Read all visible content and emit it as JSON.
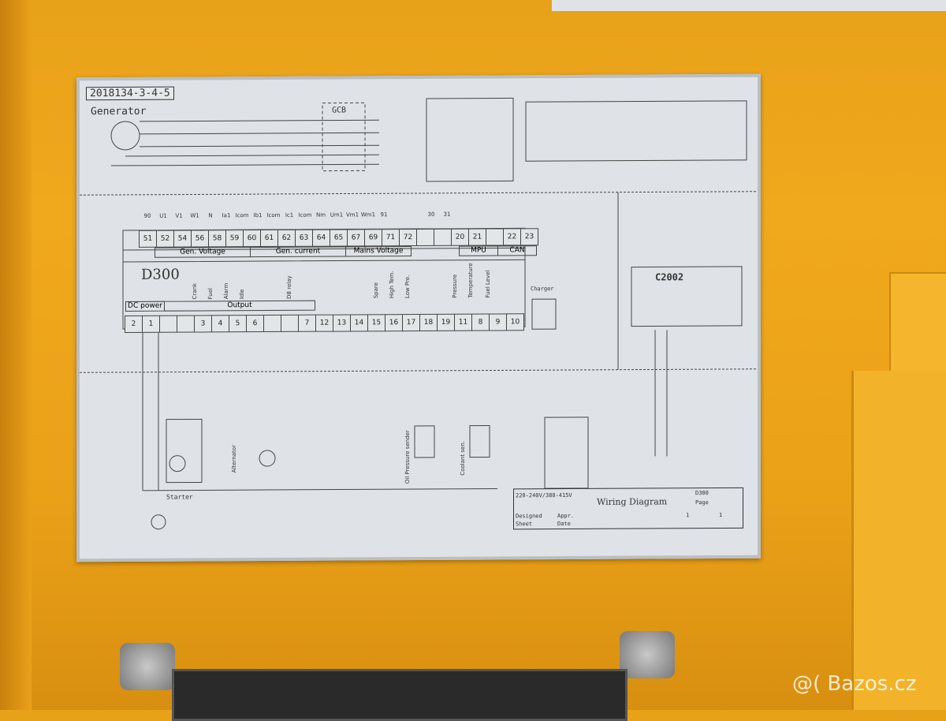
{
  "label": {
    "code": "2018134-3-4-5",
    "generator": "Generator",
    "gcb": "GCB",
    "controller": "D300",
    "groups_top": [
      "Gen. Voltage",
      "Gen. current",
      "Mains Voltage",
      "MPU",
      "CAN"
    ],
    "terminals_top": [
      "51",
      "52",
      "54",
      "56",
      "58",
      "59",
      "60",
      "61",
      "62",
      "63",
      "64",
      "65",
      "67",
      "69",
      "71",
      "72",
      "",
      "",
      "20",
      "21",
      "",
      "22",
      "23"
    ],
    "wires_top": [
      "90",
      "U1",
      "V1",
      "W1",
      "N",
      "Ia1",
      "Icom",
      "Ib1",
      "Icom",
      "Ic1",
      "Icom",
      "Nm",
      "Um1",
      "Vm1",
      "Wm1",
      "91",
      "",
      "",
      "30",
      "31"
    ],
    "groups_bottom": [
      "DC power",
      "Output"
    ],
    "terminals_bottom": [
      "2",
      "1",
      "",
      "",
      "3",
      "4",
      "5",
      "6",
      "",
      "",
      "7",
      "12",
      "13",
      "14",
      "15",
      "16",
      "17",
      "18",
      "19",
      "11",
      "8",
      "9",
      "10"
    ],
    "functions": [
      "Crank",
      "Fuel",
      "Alarm",
      "Idle",
      "D8 relay",
      "Spare",
      "High Tem.",
      "Low Pre.",
      "Pressure",
      "Temperature",
      "Fuel Level"
    ],
    "components": [
      "Starter",
      "Alternator",
      "Oil Pressure sender",
      "Coolant sen.",
      "Charger"
    ],
    "module2": "C2002",
    "title_block": {
      "voltage": "220-240V/380-415V",
      "title": "Wiring Diagram",
      "model": "D300",
      "page_label": "Page",
      "page": "1",
      "pages": "1",
      "designed": "Designed",
      "sheet": "Sheet",
      "appr": "Appr.",
      "date": "Date"
    }
  },
  "watermark": "@( Bazos.cz",
  "colors": {
    "panel": "#f0a81c",
    "label": "#dfe3e7",
    "ink": "#333333"
  }
}
